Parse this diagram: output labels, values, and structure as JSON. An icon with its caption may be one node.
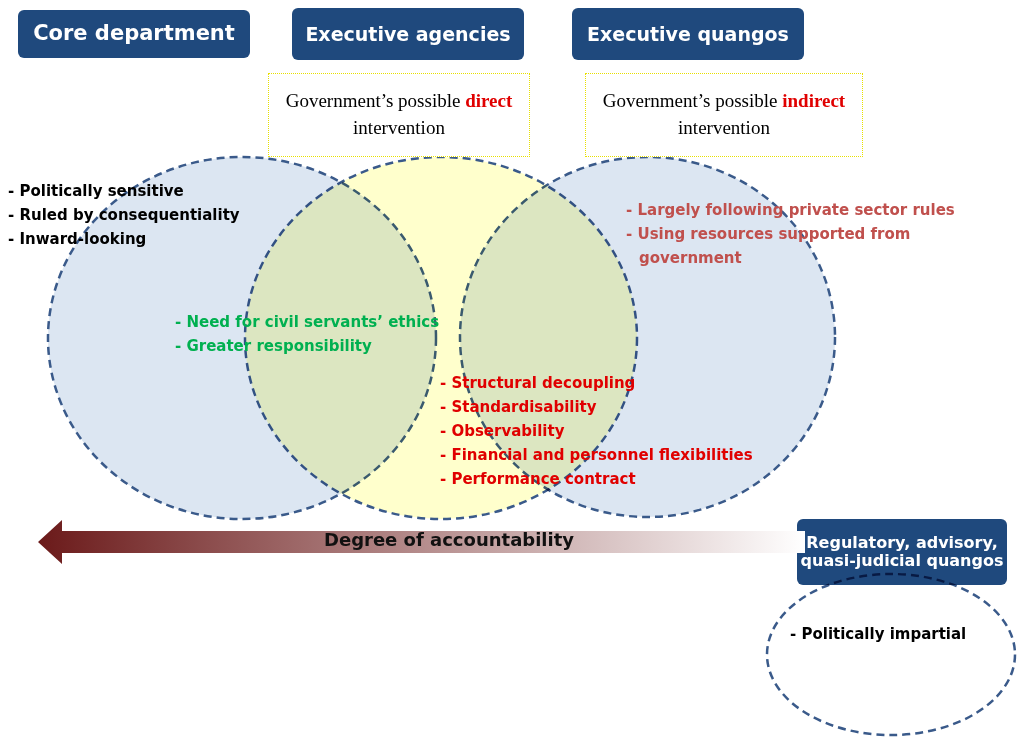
{
  "diagram": {
    "nodes": [
      {
        "text": [
          "Core department"
        ]
      },
      {
        "text": [
          "Executive agencies"
        ]
      },
      {
        "text": [
          "Executive quangos"
        ]
      },
      {
        "text": [
          "Government’s possible **direct** intervention"
        ]
      },
      {
        "text": [
          "Government’s possible **indirect** intervention"
        ]
      },
      {
        "text": [
          "- Politically sensitive",
          "- Ruled by consequentiality",
          "- Inward-looking"
        ]
      },
      {
        "text": [],
        "shape": "circle"
      },
      {
        "text": [
          "- Largely following private sector rules",
          "- Using resources supported from government"
        ]
      },
      {
        "text": [
          "Regulatory, advisory, quasi-judicial quangos"
        ]
      },
      {
        "text": [
          "- Politically impartial"
        ]
      }
    ],
    "edges": [],
    "labels": [
      "- Need for civil servants’ ethics",
      "- Greater responsibility",
      "- Structural decoupling",
      "- Standardisability",
      "- Observability",
      "- Financial and personnel flexibilities",
      "- Performance contract",
      "Degree of accountability"
    ]
  }
}
